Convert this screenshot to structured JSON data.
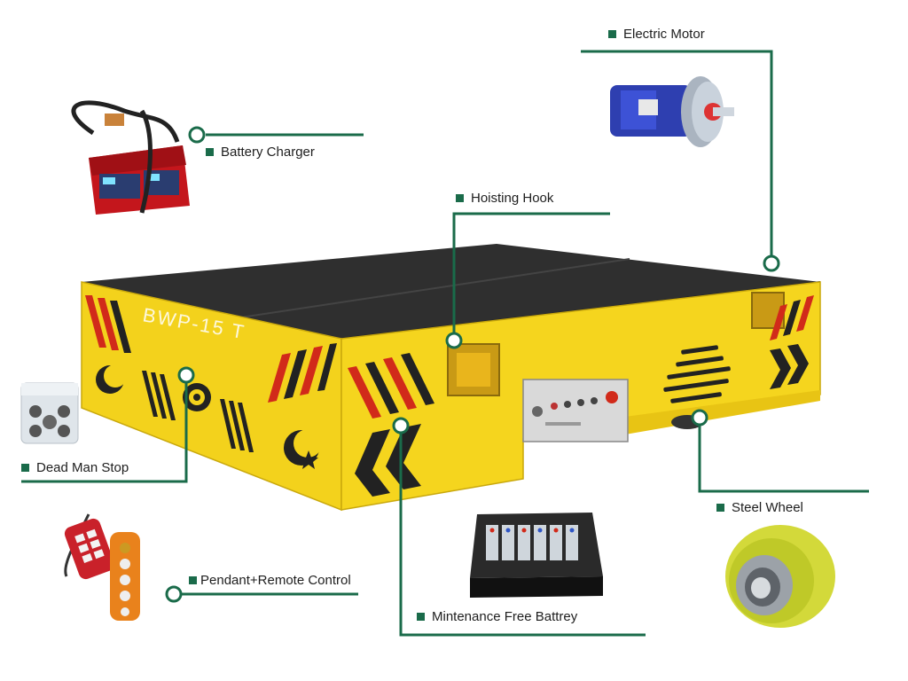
{
  "components": {
    "electric_motor": "Electric Motor",
    "battery_charger": "Battery Charger",
    "hoisting_hook": "Hoisting Hook",
    "dead_man_stop": "Dead Man Stop",
    "pendant_remote": "Pendant+Remote Control",
    "battery": "Mintenance Free Battrey",
    "steel_wheel": "Steel Wheel"
  },
  "cart": {
    "model_mark": "BWP-15 T"
  },
  "colors": {
    "leader_line": "#1a6b4a",
    "cart_body": "#f3d21c",
    "cart_top": "#2c2c2c"
  }
}
